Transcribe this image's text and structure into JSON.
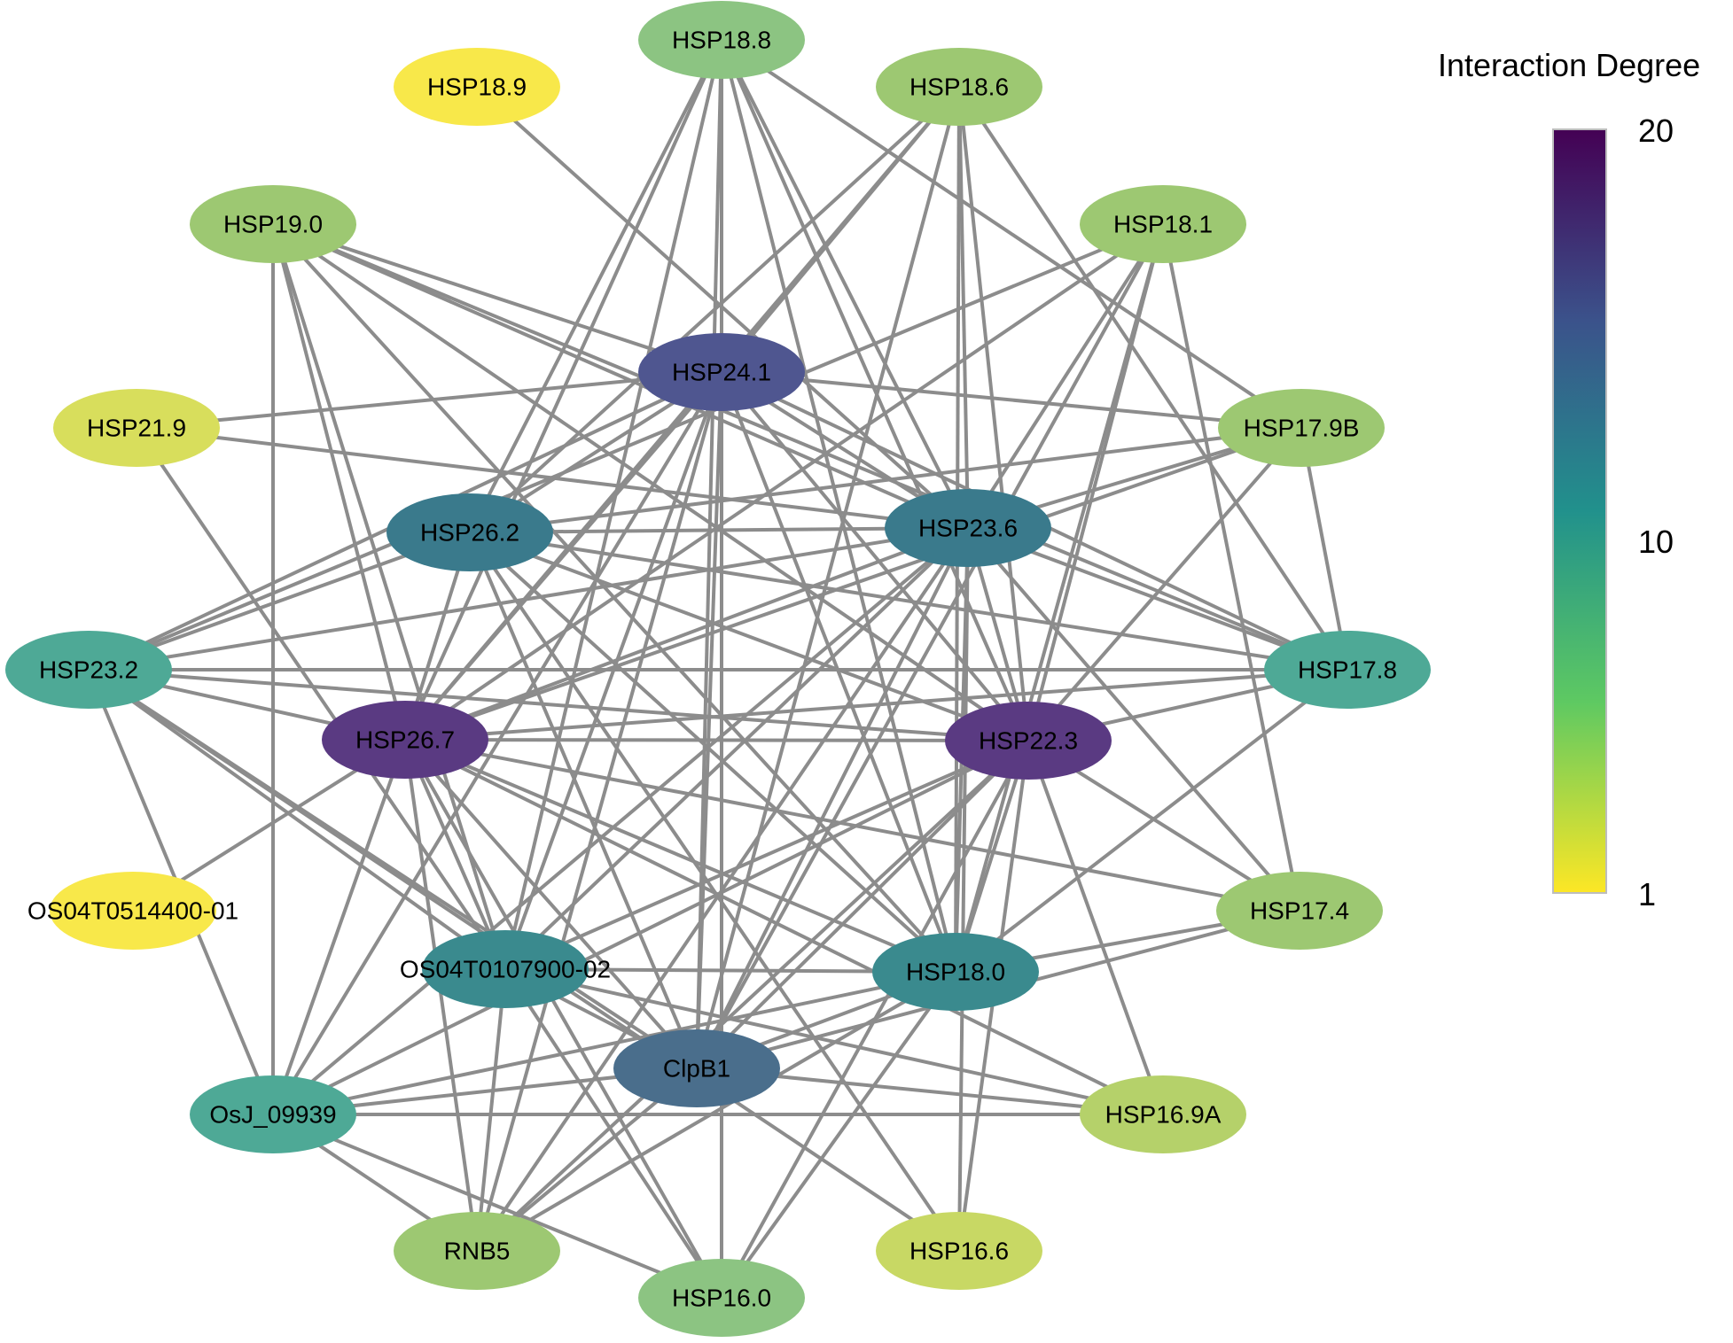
{
  "legend": {
    "title": "Interaction Degree",
    "max_label": "20",
    "mid_label": "10",
    "min_label": "1",
    "colors": [
      "#440154",
      "#3b528b",
      "#21918c",
      "#5ec962",
      "#fde725"
    ]
  },
  "edge_color": "#8c8c8c",
  "nodes": [
    {
      "id": "HSP18.8",
      "label": "HSP18.8",
      "color": "#8cc482"
    },
    {
      "id": "HSP18.6",
      "label": "HSP18.6",
      "color": "#9dc872"
    },
    {
      "id": "HSP18.1",
      "label": "HSP18.1",
      "color": "#9dc872"
    },
    {
      "id": "HSP17.9B",
      "label": "HSP17.9B",
      "color": "#9dc872"
    },
    {
      "id": "HSP17.8",
      "label": "HSP17.8",
      "color": "#4ea996"
    },
    {
      "id": "HSP17.4",
      "label": "HSP17.4",
      "color": "#9dc872"
    },
    {
      "id": "HSP16.9A",
      "label": "HSP16.9A",
      "color": "#b5d16a"
    },
    {
      "id": "HSP16.6",
      "label": "HSP16.6",
      "color": "#c8d864"
    },
    {
      "id": "HSP16.0",
      "label": "HSP16.0",
      "color": "#8cc482"
    },
    {
      "id": "RNB5",
      "label": "RNB5",
      "color": "#9dc872"
    },
    {
      "id": "OsJ_09939",
      "label": "OsJ_09939",
      "color": "#4ea996"
    },
    {
      "id": "OS04T0514400-01",
      "label": "OS04T0514400-01",
      "color": "#f8e84a"
    },
    {
      "id": "HSP23.2",
      "label": "HSP23.2",
      "color": "#4ea996"
    },
    {
      "id": "HSP21.9",
      "label": "HSP21.9",
      "color": "#d8de5c"
    },
    {
      "id": "HSP19.0",
      "label": "HSP19.0",
      "color": "#9dc872"
    },
    {
      "id": "HSP18.9",
      "label": "HSP18.9",
      "color": "#f8e84a"
    },
    {
      "id": "HSP24.1",
      "label": "HSP24.1",
      "color": "#4f5690"
    },
    {
      "id": "HSP23.6",
      "label": "HSP23.6",
      "color": "#3a7a8c"
    },
    {
      "id": "HSP26.2",
      "label": "HSP26.2",
      "color": "#3a7a8c"
    },
    {
      "id": "HSP26.7",
      "label": "HSP26.7",
      "color": "#5a3a82"
    },
    {
      "id": "HSP22.3",
      "label": "HSP22.3",
      "color": "#5a3a82"
    },
    {
      "id": "HSP18.0",
      "label": "HSP18.0",
      "color": "#3a8a8e"
    },
    {
      "id": "OS04T0107900-02",
      "label": "OS04T0107900-02",
      "color": "#3a8a8e"
    },
    {
      "id": "ClpB1",
      "label": "ClpB1",
      "color": "#4a6e8c"
    }
  ],
  "edges": [
    [
      "HSP18.8",
      "HSP24.1"
    ],
    [
      "HSP18.8",
      "HSP23.6"
    ],
    [
      "HSP18.8",
      "HSP26.2"
    ],
    [
      "HSP18.8",
      "HSP26.7"
    ],
    [
      "HSP18.8",
      "HSP22.3"
    ],
    [
      "HSP18.8",
      "HSP18.0"
    ],
    [
      "HSP18.8",
      "OS04T0107900-02"
    ],
    [
      "HSP18.8",
      "ClpB1"
    ],
    [
      "HSP18.6",
      "HSP24.1"
    ],
    [
      "HSP18.6",
      "HSP23.6"
    ],
    [
      "HSP18.6",
      "HSP26.2"
    ],
    [
      "HSP18.6",
      "HSP26.7"
    ],
    [
      "HSP18.6",
      "HSP22.3"
    ],
    [
      "HSP18.6",
      "HSP18.0"
    ],
    [
      "HSP18.6",
      "ClpB1"
    ],
    [
      "HSP18.6",
      "HSP17.8"
    ],
    [
      "HSP18.1",
      "HSP23.6"
    ],
    [
      "HSP18.1",
      "HSP26.7"
    ],
    [
      "HSP18.1",
      "HSP22.3"
    ],
    [
      "HSP18.1",
      "HSP18.0"
    ],
    [
      "HSP18.1",
      "ClpB1"
    ],
    [
      "HSP18.1",
      "HSP17.4"
    ],
    [
      "HSP18.1",
      "HSP23.2"
    ],
    [
      "HSP17.9B",
      "HSP24.1"
    ],
    [
      "HSP17.9B",
      "HSP23.6"
    ],
    [
      "HSP17.9B",
      "HSP26.2"
    ],
    [
      "HSP17.9B",
      "HSP26.7"
    ],
    [
      "HSP17.9B",
      "HSP22.3"
    ],
    [
      "HSP17.9B",
      "HSP17.8"
    ],
    [
      "HSP17.9B",
      "HSP18.8"
    ],
    [
      "HSP17.8",
      "HSP24.1"
    ],
    [
      "HSP17.8",
      "HSP23.6"
    ],
    [
      "HSP17.8",
      "HSP26.2"
    ],
    [
      "HSP17.8",
      "HSP26.7"
    ],
    [
      "HSP17.8",
      "HSP22.3"
    ],
    [
      "HSP17.8",
      "HSP23.2"
    ],
    [
      "HSP17.8",
      "HSP18.0"
    ],
    [
      "HSP17.8",
      "HSP19.0"
    ],
    [
      "HSP17.4",
      "HSP22.3"
    ],
    [
      "HSP17.4",
      "HSP23.6"
    ],
    [
      "HSP17.4",
      "HSP18.0"
    ],
    [
      "HSP17.4",
      "ClpB1"
    ],
    [
      "HSP17.4",
      "HSP26.7"
    ],
    [
      "HSP16.9A",
      "HSP22.3"
    ],
    [
      "HSP16.9A",
      "HSP26.7"
    ],
    [
      "HSP16.9A",
      "OS04T0107900-02"
    ],
    [
      "HSP16.9A",
      "OsJ_09939"
    ],
    [
      "HSP16.6",
      "HSP22.3"
    ],
    [
      "HSP16.6",
      "HSP23.6"
    ],
    [
      "HSP16.6",
      "HSP26.2"
    ],
    [
      "HSP16.6",
      "HSP23.2"
    ],
    [
      "HSP16.0",
      "HSP24.1"
    ],
    [
      "HSP16.0",
      "HSP26.7"
    ],
    [
      "HSP16.0",
      "HSP22.3"
    ],
    [
      "HSP16.0",
      "OS04T0107900-02"
    ],
    [
      "HSP16.0",
      "OsJ_09939"
    ],
    [
      "HSP16.0",
      "HSP18.0"
    ],
    [
      "RNB5",
      "HSP23.6"
    ],
    [
      "RNB5",
      "HSP26.7"
    ],
    [
      "RNB5",
      "HSP22.3"
    ],
    [
      "RNB5",
      "HSP18.0"
    ],
    [
      "RNB5",
      "OS04T0107900-02"
    ],
    [
      "RNB5",
      "OsJ_09939"
    ],
    [
      "RNB5",
      "HSP24.1"
    ],
    [
      "OsJ_09939",
      "HSP24.1"
    ],
    [
      "OsJ_09939",
      "HSP23.6"
    ],
    [
      "OsJ_09939",
      "HSP26.7"
    ],
    [
      "OsJ_09939",
      "HSP22.3"
    ],
    [
      "OsJ_09939",
      "HSP18.0"
    ],
    [
      "OsJ_09939",
      "ClpB1"
    ],
    [
      "OsJ_09939",
      "HSP23.2"
    ],
    [
      "OsJ_09939",
      "HSP19.0"
    ],
    [
      "OS04T0514400-01",
      "HSP26.7"
    ],
    [
      "HSP23.2",
      "HSP24.1"
    ],
    [
      "HSP23.2",
      "HSP23.6"
    ],
    [
      "HSP23.2",
      "HSP26.2"
    ],
    [
      "HSP23.2",
      "HSP26.7"
    ],
    [
      "HSP23.2",
      "HSP22.3"
    ],
    [
      "HSP23.2",
      "OS04T0107900-02"
    ],
    [
      "HSP23.2",
      "ClpB1"
    ],
    [
      "HSP21.9",
      "HSP24.1"
    ],
    [
      "HSP21.9",
      "HSP23.6"
    ],
    [
      "HSP21.9",
      "OS04T0107900-02"
    ],
    [
      "HSP19.0",
      "HSP24.1"
    ],
    [
      "HSP19.0",
      "HSP23.6"
    ],
    [
      "HSP19.0",
      "HSP26.7"
    ],
    [
      "HSP19.0",
      "HSP22.3"
    ],
    [
      "HSP19.0",
      "OS04T0107900-02"
    ],
    [
      "HSP19.0",
      "HSP18.0"
    ],
    [
      "HSP18.9",
      "HSP23.6"
    ],
    [
      "HSP24.1",
      "HSP23.6"
    ],
    [
      "HSP24.1",
      "HSP26.2"
    ],
    [
      "HSP24.1",
      "HSP26.7"
    ],
    [
      "HSP24.1",
      "HSP22.3"
    ],
    [
      "HSP24.1",
      "HSP18.0"
    ],
    [
      "HSP24.1",
      "ClpB1"
    ],
    [
      "HSP24.1",
      "OS04T0107900-02"
    ],
    [
      "HSP23.6",
      "HSP26.2"
    ],
    [
      "HSP23.6",
      "HSP26.7"
    ],
    [
      "HSP23.6",
      "HSP22.3"
    ],
    [
      "HSP23.6",
      "HSP18.0"
    ],
    [
      "HSP23.6",
      "ClpB1"
    ],
    [
      "HSP23.6",
      "OS04T0107900-02"
    ],
    [
      "HSP26.2",
      "HSP26.7"
    ],
    [
      "HSP26.2",
      "HSP22.3"
    ],
    [
      "HSP26.2",
      "HSP18.0"
    ],
    [
      "HSP26.2",
      "ClpB1"
    ],
    [
      "HSP26.7",
      "HSP22.3"
    ],
    [
      "HSP26.7",
      "HSP18.0"
    ],
    [
      "HSP26.7",
      "ClpB1"
    ],
    [
      "HSP26.7",
      "OS04T0107900-02"
    ],
    [
      "HSP22.3",
      "HSP18.0"
    ],
    [
      "HSP22.3",
      "ClpB1"
    ],
    [
      "HSP22.3",
      "OS04T0107900-02"
    ],
    [
      "HSP18.0",
      "ClpB1"
    ],
    [
      "HSP18.0",
      "OS04T0107900-02"
    ],
    [
      "OS04T0107900-02",
      "ClpB1"
    ],
    [
      "ClpB1",
      "HSP16.9A"
    ],
    [
      "ClpB1",
      "RNB5"
    ]
  ]
}
